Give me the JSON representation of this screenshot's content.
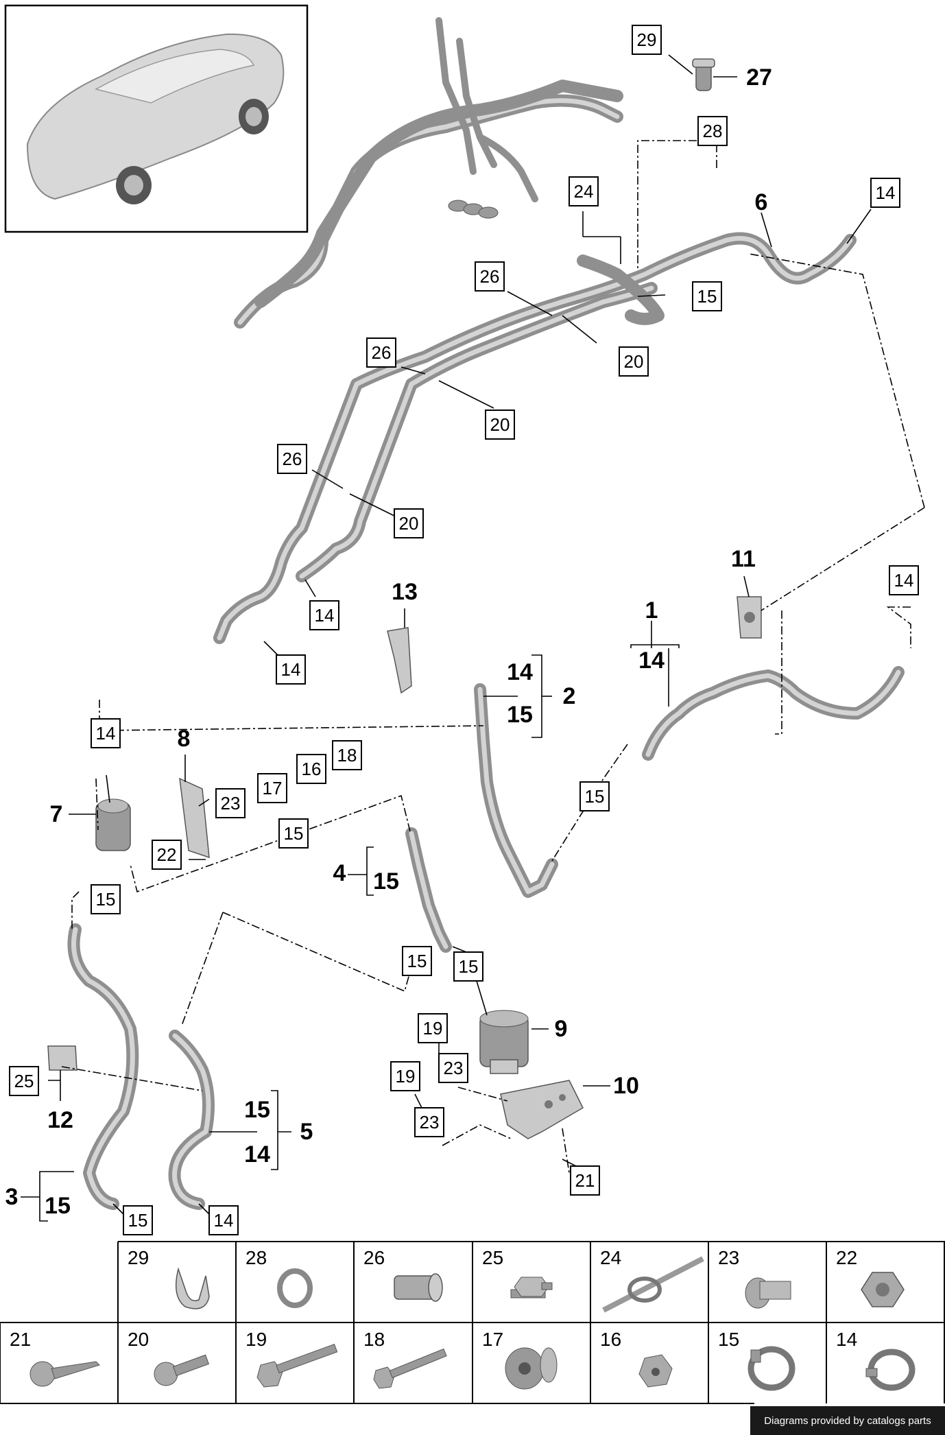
{
  "callouts": {
    "c29": "29",
    "c27": "27",
    "c28": "28",
    "c24": "24",
    "c6": "6",
    "c14a": "14",
    "c26a": "26",
    "c15a": "15",
    "c20a": "20",
    "c26b": "26",
    "c20b": "20",
    "c26c": "26",
    "c20c": "20",
    "c14b": "14",
    "c14c": "14",
    "c11": "11",
    "c14d": "14",
    "c13": "13",
    "c1": "1",
    "c1sub": "14",
    "c2a": "14",
    "c2b": "15",
    "c2": "2",
    "c14e": "14",
    "c8": "8",
    "c18": "18",
    "c16": "16",
    "c17": "17",
    "c23a": "23",
    "c7": "7",
    "c15b": "15",
    "c22": "22",
    "c15c": "15",
    "c4": "4",
    "c4sub": "15",
    "c15d": "15",
    "c15e": "15",
    "c15f": "15",
    "c9": "9",
    "c19a": "19",
    "c23b": "23",
    "c19b": "19",
    "c10": "10",
    "c23c": "23",
    "c21": "21",
    "c25": "25",
    "c12": "12",
    "c5a": "15",
    "c5b": "14",
    "c5": "5",
    "c3": "3",
    "c3sub": "15",
    "c15g": "15",
    "c14f": "14"
  },
  "parts_grid": {
    "row1": [
      {
        "num": "29",
        "icon": "clip-icon"
      },
      {
        "num": "28",
        "icon": "o-ring-icon"
      },
      {
        "num": "26",
        "icon": "sleeve-icon"
      },
      {
        "num": "25",
        "icon": "stud-bolt-icon"
      },
      {
        "num": "24",
        "icon": "cable-tie-clamp-icon"
      },
      {
        "num": "23",
        "icon": "grommet-icon"
      },
      {
        "num": "22",
        "icon": "hex-nut-icon"
      }
    ],
    "row2": [
      {
        "num": "21",
        "icon": "self-tapping-screw-icon"
      },
      {
        "num": "20",
        "icon": "flange-screw-icon"
      },
      {
        "num": "19",
        "icon": "long-hex-bolt-icon"
      },
      {
        "num": "18",
        "icon": "hex-bolt-icon"
      },
      {
        "num": "17",
        "icon": "rubber-bushing-icon"
      },
      {
        "num": "16",
        "icon": "washer-icon"
      },
      {
        "num": "15",
        "icon": "spring-clamp-icon"
      },
      {
        "num": "14",
        "icon": "hose-clamp-icon"
      }
    ]
  },
  "credit": "Diagrams provided by catalogs parts"
}
